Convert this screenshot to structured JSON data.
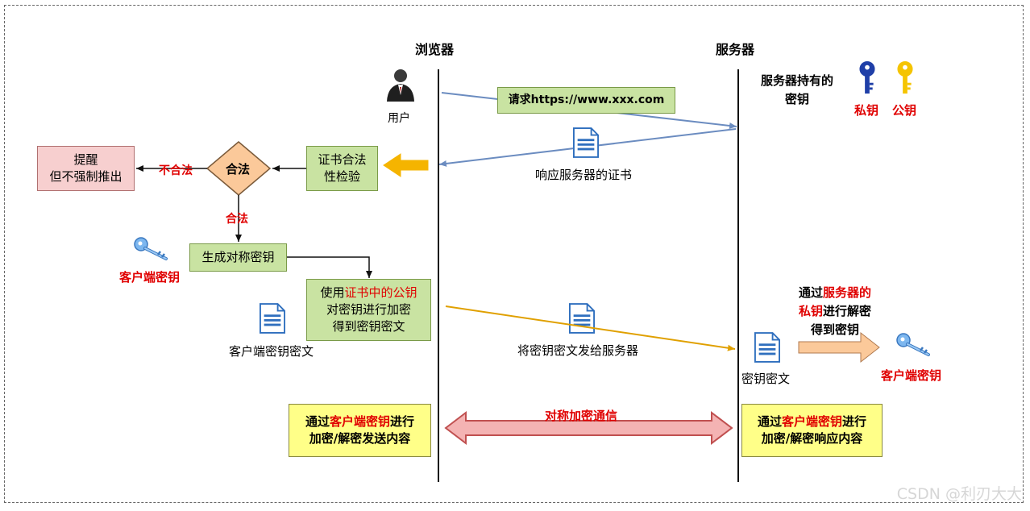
{
  "browser_label": "浏览器",
  "server_label": "服务器",
  "user_label": "用户",
  "server_holds_keys": "服务器持有的\n密钥",
  "private_key_label": "私钥",
  "public_key_label": "公钥",
  "request_label": "请求https://www.xxx.com",
  "response_cert_label": "响应服务器的证书",
  "cert_check_box": "证书合法\n性检验",
  "legal_diamond": "合法",
  "illegal_label": "不合法",
  "legal_label": "合法",
  "warn_box": "提醒\n但不强制推出",
  "gen_key_box": "生成对称密钥",
  "client_key_label_left": "客户端密钥",
  "encrypt_box": {
    "pre": "使用",
    "highlight": "证书中的公钥",
    "post": "对密钥进行加密\n得到密钥密文"
  },
  "client_cipher_label": "客户端密钥密文",
  "send_cipher_label": "将密钥密文发给服务器",
  "cipher_label_right": "密钥密文",
  "decrypt_text": {
    "pre": "通过",
    "highlight1": "服务器的",
    "highlight2": "私钥",
    "post1": "进行解密",
    "post2": "得到密钥"
  },
  "client_key_label_right": "客户端密钥",
  "sym_comm_label": "对称加密通信",
  "left_bottom_box": {
    "pre": "通过",
    "highlight": "客户端密钥",
    "post": "进行",
    "line2": "加密/解密发送内容"
  },
  "right_bottom_box": {
    "pre": "通过",
    "highlight": "客户端密钥",
    "post": "进行",
    "line2": "加密/解密响应内容"
  },
  "watermark": "CSDN @利刃大大",
  "colors": {
    "request_arrow": "#6b8cc0",
    "cipher_arrow": "#e0a000",
    "sym_arrow_fill": "#f4b3b3",
    "sym_arrow_stroke": "#c05050",
    "green_box": "#c9e3a2",
    "yellow_box": "#ffff88",
    "pink_box": "#f7cfcf",
    "diamond": "#fbc99a",
    "private_key": "#1f3fa8",
    "public_key": "#f5c400",
    "client_key": "#4a8fd6"
  }
}
